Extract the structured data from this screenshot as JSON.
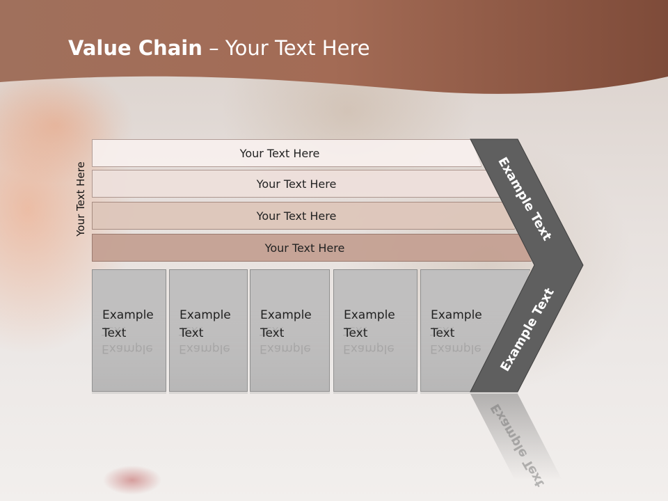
{
  "slide": {
    "title_bold": "Value Chain",
    "title_rest": " – Your Text Here",
    "side_label": "Your Text Here",
    "rows": [
      {
        "label": "Your Text Here"
      },
      {
        "label": "Your Text Here"
      },
      {
        "label": "Your Text Here"
      },
      {
        "label": "Your Text Here"
      }
    ],
    "activities": [
      {
        "line1": "Example",
        "line2": "Text"
      },
      {
        "line1": "Example",
        "line2": "Text"
      },
      {
        "line1": "Example",
        "line2": "Text"
      },
      {
        "line1": "Example",
        "line2": "Text"
      },
      {
        "line1": "Example",
        "line2": "Text"
      }
    ],
    "chevron_upper": "Example Text",
    "chevron_lower": "Example Text"
  },
  "colors": {
    "header": "#9b6550",
    "chevron": "#5f5f5f",
    "activity_box": "#c0bfbf"
  }
}
